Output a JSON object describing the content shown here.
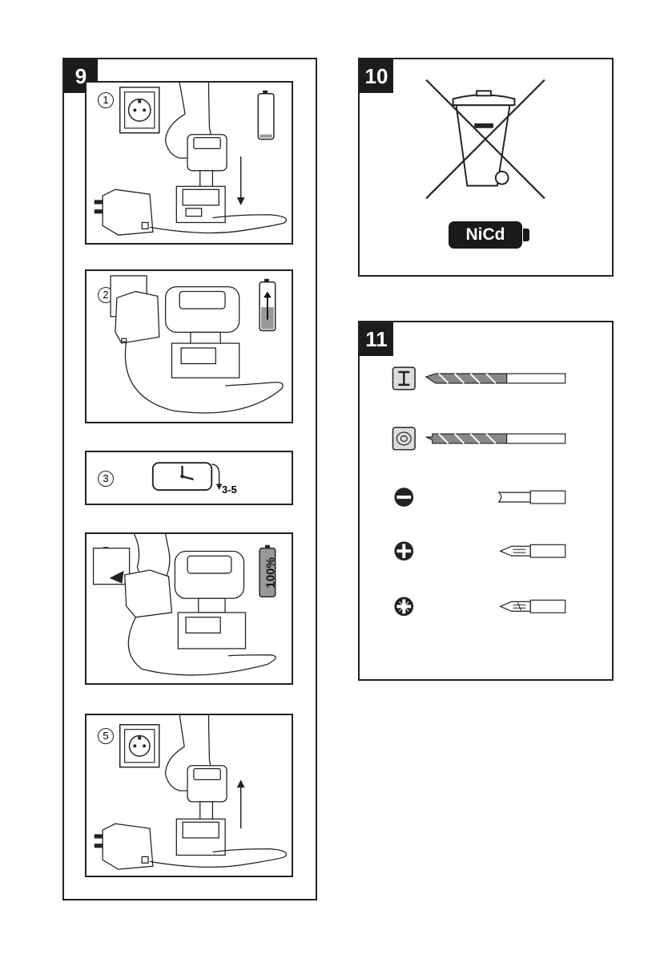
{
  "figure9": {
    "label": "9",
    "steps": [
      {
        "number": "1"
      },
      {
        "number": "2"
      },
      {
        "number": "3",
        "time_text": "3-5"
      },
      {
        "number": "4",
        "battery_text": "100%"
      },
      {
        "number": "5"
      }
    ]
  },
  "figure10": {
    "label": "10",
    "battery_label": "NiCd"
  },
  "figure11": {
    "label": "11",
    "rows": [
      {
        "icon": "metal-beam-icon",
        "tool": "metal-drill-bit"
      },
      {
        "icon": "wood-icon",
        "tool": "wood-drill-bit"
      },
      {
        "icon": "slotted-screw-icon",
        "tool": "slotted-screwdriver-bit"
      },
      {
        "icon": "phillips-screw-icon",
        "tool": "phillips-screwdriver-bit"
      },
      {
        "icon": "pozidriv-screw-icon",
        "tool": "pozidriv-screwdriver-bit"
      }
    ]
  }
}
